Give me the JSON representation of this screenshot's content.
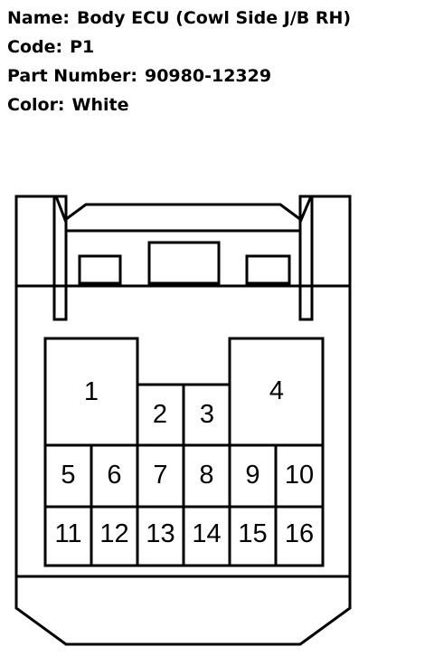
{
  "info": {
    "name_label": "Name:",
    "name_value": "Body ECU (Cowl Side J/B RH)",
    "code_label": "Code:",
    "code_value": "P1",
    "part_label": "Part Number:",
    "part_value": "90980-12329",
    "color_label": "Color:",
    "color_value": "White"
  },
  "connector": {
    "pins": [
      "1",
      "2",
      "3",
      "4",
      "5",
      "6",
      "7",
      "8",
      "9",
      "10",
      "11",
      "12",
      "13",
      "14",
      "15",
      "16"
    ]
  }
}
